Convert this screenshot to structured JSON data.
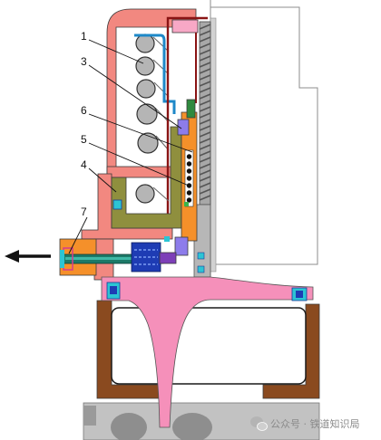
{
  "callouts": [
    {
      "label": "1"
    },
    {
      "label": "3"
    },
    {
      "label": "6"
    },
    {
      "label": "5"
    },
    {
      "label": "4"
    },
    {
      "label": "7"
    }
  ],
  "watermark": {
    "text": "公众号 · 铁道知识局",
    "icon": "wechat-icon"
  },
  "palette": {
    "housing": "#F28880",
    "spring": "#B5B5B5",
    "piston_cup": "#8F8F3E",
    "sleeve": "#F5902A",
    "lower_piston": "#F590BA",
    "cylinder_body": "#8A4A1F",
    "pull_rod": "#1D7A68",
    "plunger": "#1E3CB4"
  }
}
